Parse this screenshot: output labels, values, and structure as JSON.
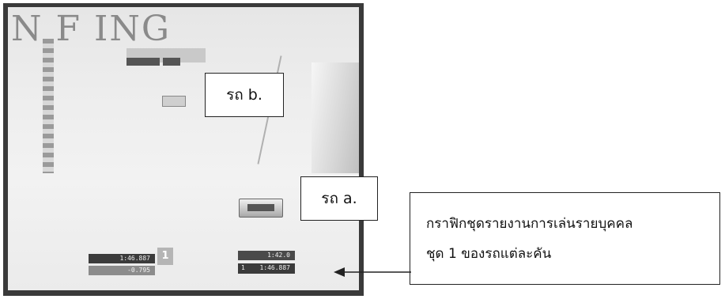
{
  "game": {
    "banner_text": "N F   ING"
  },
  "hud": {
    "left_lap_time": "1:46.887",
    "left_delta": "-0.795",
    "position": "1",
    "right_current_time": "1:42.0",
    "right_position": "1",
    "right_best_time": "1:46.887"
  },
  "callouts": {
    "car_b": "รถ b.",
    "car_a": "รถ a."
  },
  "description": {
    "line1": "กราฟิกชุดรายงานการเล่นรายบุคคล",
    "line2": "ชุด 1 ของรถแต่ละคัน"
  },
  "colors": {
    "frame": "#3a3a3a",
    "hud_dark": "#3b3b3b",
    "hud_light": "#8c8c8c",
    "outline": "#222222"
  }
}
